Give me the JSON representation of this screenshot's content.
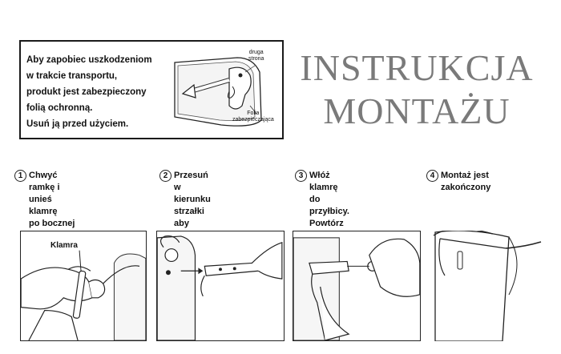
{
  "warning": {
    "lines": "Aby zapobiec uszkodzeniom\nw trakcie transportu,\nprodukt jest zabezpieczony\nfolią ochronną.\nUsuń ją przed użyciem.",
    "label_side": "druga\nstrona",
    "label_foil": "Folia\nzabezpieczająca"
  },
  "title": {
    "line1": "INSTRUKCJA",
    "line2": "MONTAŻU"
  },
  "steps": [
    {
      "num": "1",
      "text": "Chwyć ramkę i unieś klamrę\npo bocznej stronie ramki.\nPrzytrzymaj ją palcem."
    },
    {
      "num": "2",
      "text": "Przesuń w kierunku strzałki\naby otwór w przyłbicy\ni ramce pokrywał się."
    },
    {
      "num": "3",
      "text": "Włóż klamrę do przyłbicy.\nPowtórz czynność\nprzy drugiej stronie."
    },
    {
      "num": "4",
      "text": "Montaż jest\nzakończony"
    }
  ],
  "panel1_label": "Klamra"
}
